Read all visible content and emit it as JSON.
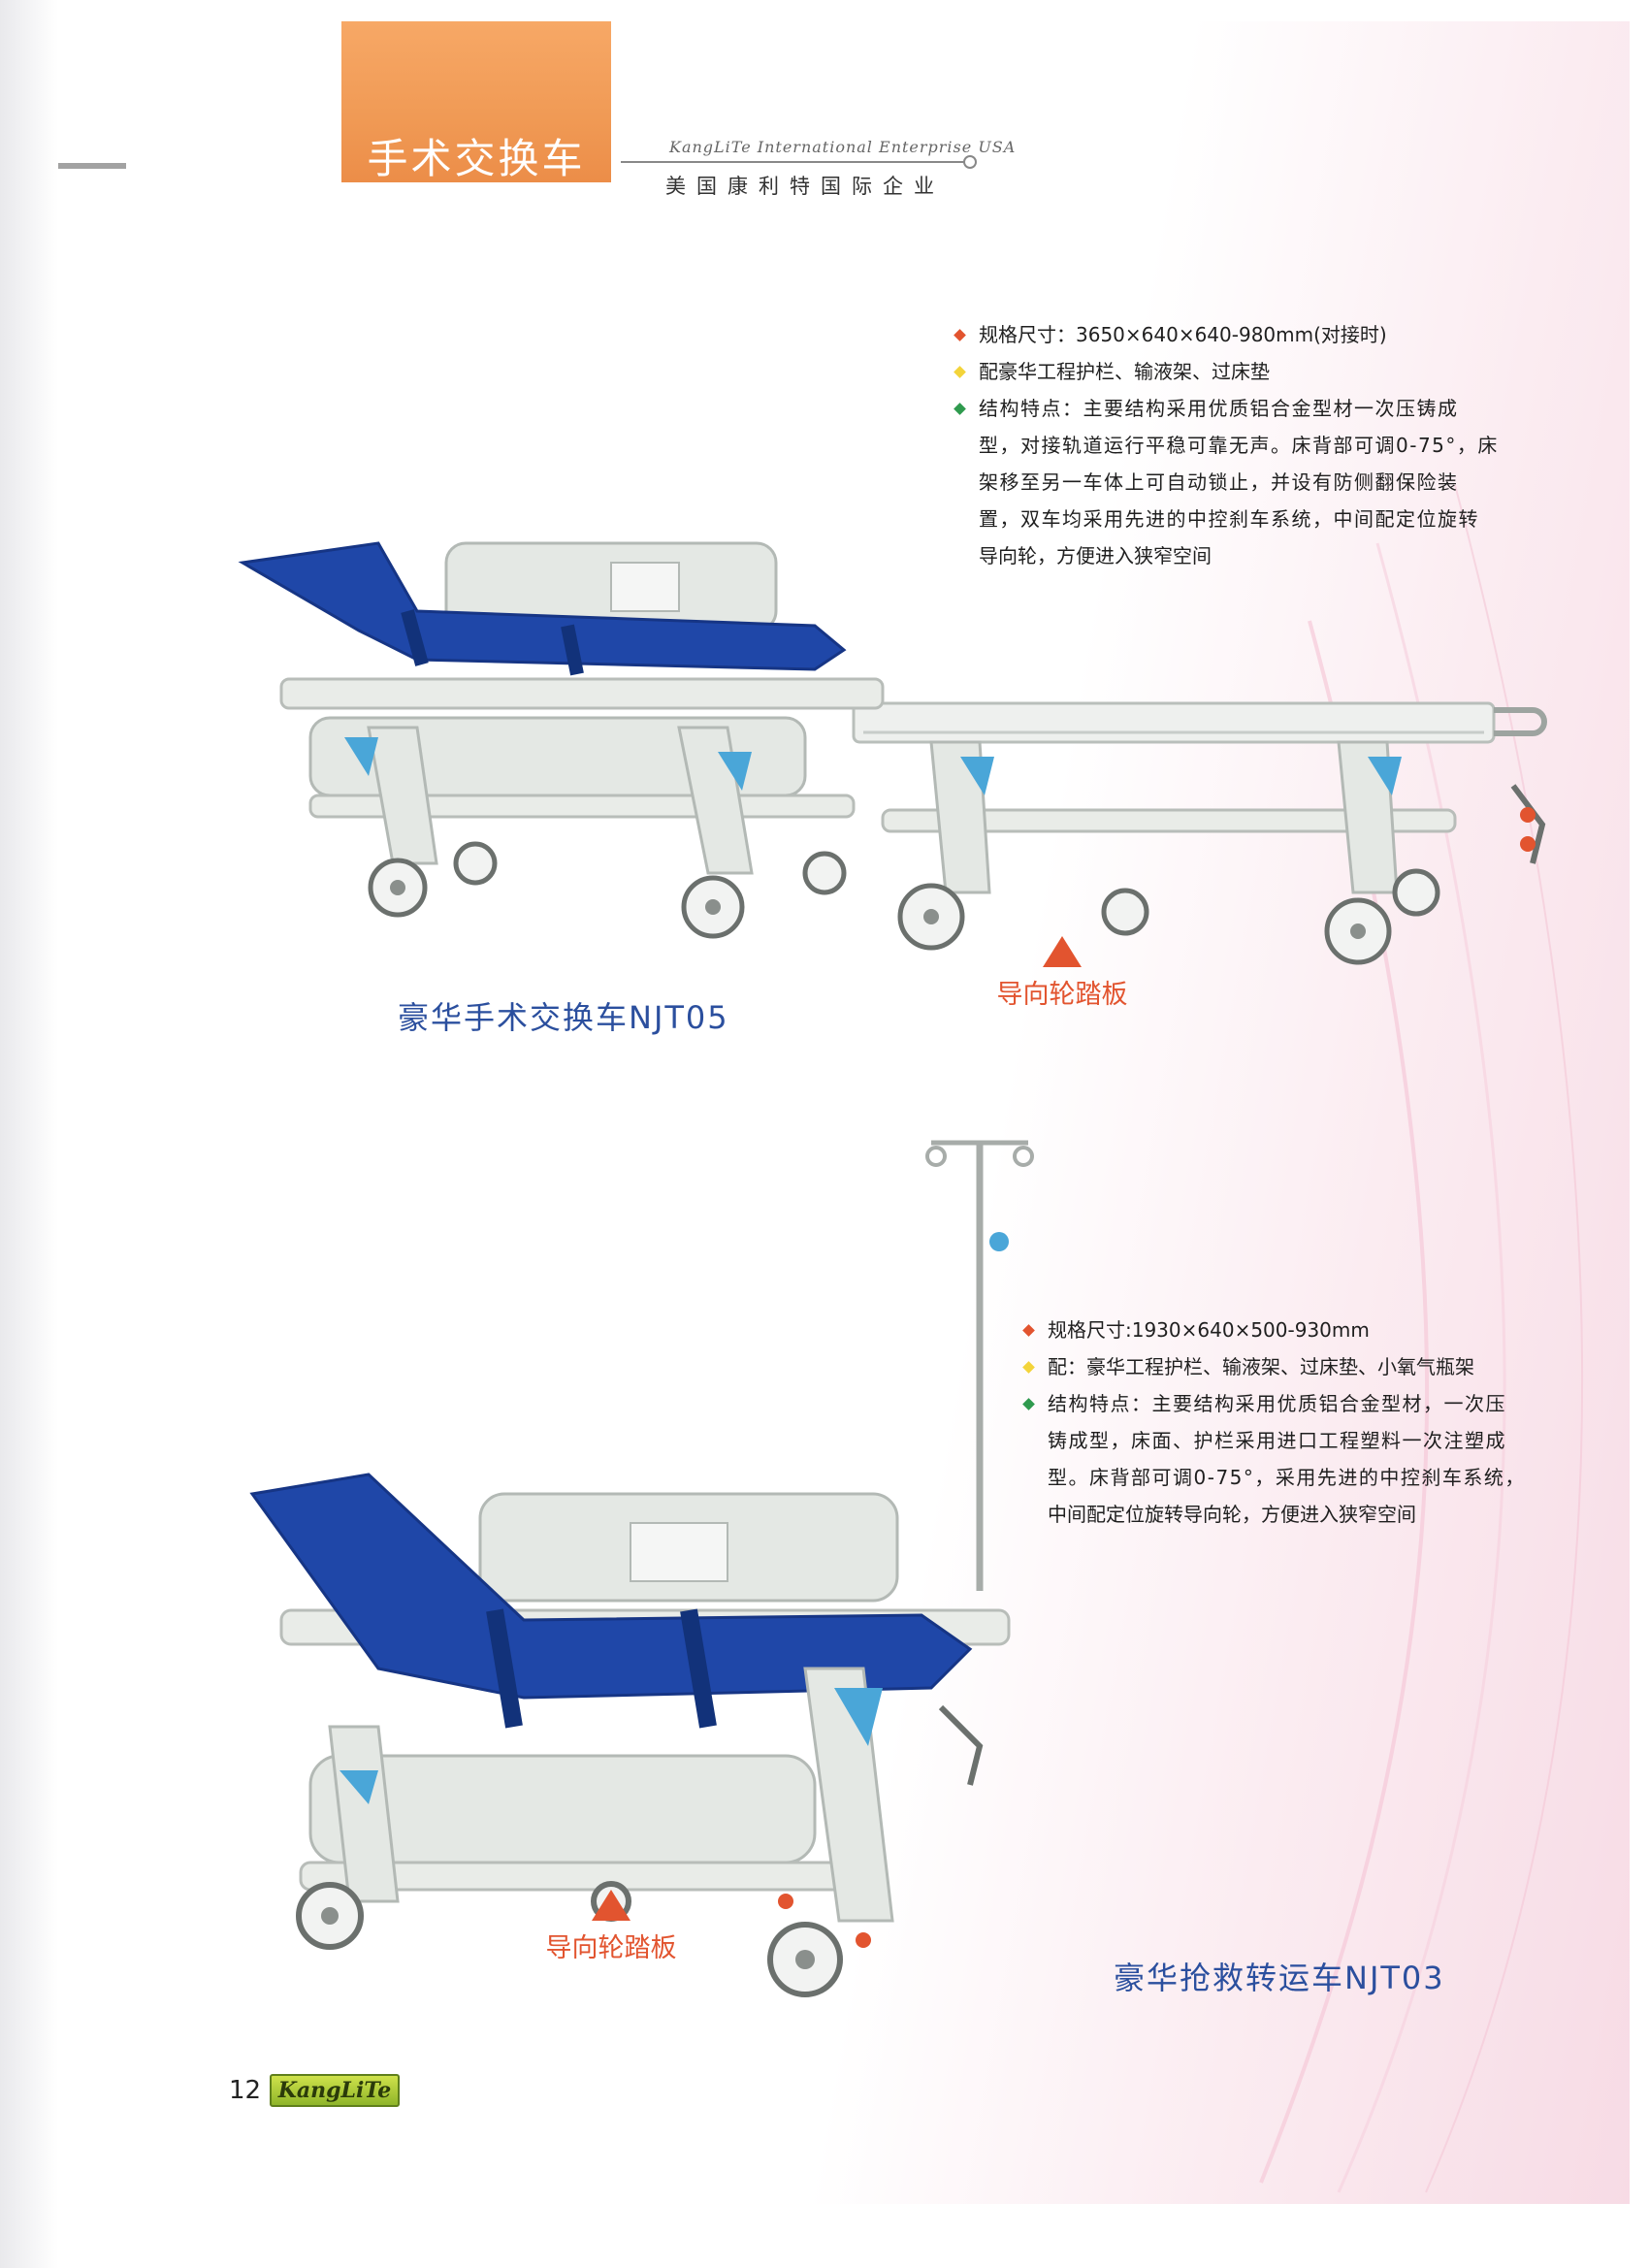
{
  "header": {
    "section_title": "手术交换车",
    "brand_en": "KangLiTe International Enterprise USA",
    "brand_cn": "美国康利特国际企业"
  },
  "product1": {
    "title": "豪华手术交换车NJT05",
    "spec_size": "规格尺寸：3650×640×640-980mm(对接时)",
    "spec_config": "配豪华工程护栏、输液架、过床垫",
    "spec_feature_lines": [
      "结构特点：主要结构采用优质铝合金型材一次压铸成",
      "型，对接轨道运行平稳可靠无声。床背部可调0-75°，床",
      "架移至另一车体上可自动锁止，并设有防侧翻保险装",
      "置，双车均采用先进的中控刹车系统，中间配定位旋转",
      "导向轮，方便进入狭窄空间"
    ],
    "pedal_label": "导向轮踏板"
  },
  "product2": {
    "title": "豪华抢救转运车NJT03",
    "spec_size": "规格尺寸:1930×640×500-930mm",
    "spec_config": "配：豪华工程护栏、输液架、过床垫、小氧气瓶架",
    "spec_feature_lines": [
      "结构特点：主要结构采用优质铝合金型材，一次压",
      "铸成型，床面、护栏采用进口工程塑料一次注塑成",
      "型。床背部可调0-75°，采用先进的中控刹车系统，",
      "中间配定位旋转导向轮，方便进入狭窄空间"
    ],
    "pedal_label": "导向轮踏板"
  },
  "footer": {
    "page_number": "12",
    "logo_text": "KangLiTe"
  },
  "colors": {
    "orange": "#f09a55",
    "title_blue": "#2b4f9e",
    "pedal_red": "#e2542f",
    "mattress_blue": "#1f47a8",
    "frame_white": "#e9ece8",
    "accent_cyan": "#4aa6d8",
    "bullet_red": "#e2542f",
    "bullet_yellow": "#f3d43a",
    "bullet_green": "#2f9a4e"
  }
}
